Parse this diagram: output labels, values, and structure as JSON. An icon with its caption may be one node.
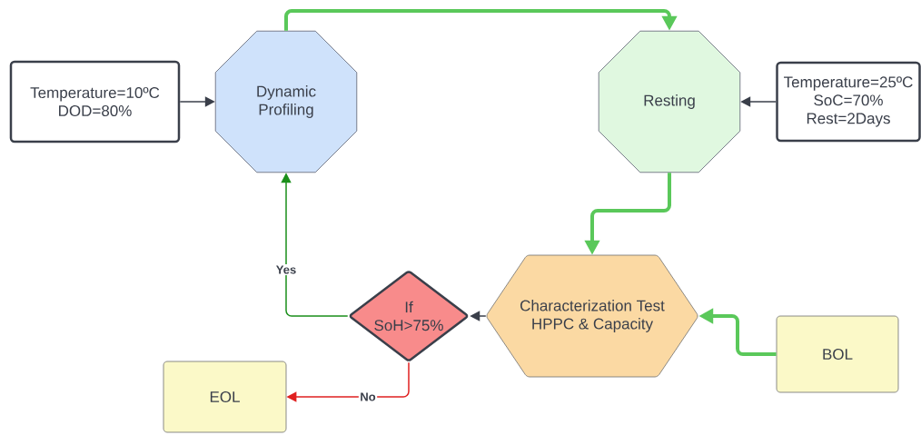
{
  "diagram": {
    "nodes": [
      {
        "text": [
          "Temperature=10ºC DOD=80%"
        ]
      },
      {
        "text": [
          "Dynamic Profiling"
        ]
      },
      {
        "text": [
          "Resting"
        ]
      },
      {
        "text": [
          "Temperature=25ºC SoC=70% Rest=2Days"
        ]
      },
      {
        "text": [
          "Characterization Test HPPC & Capacity"
        ]
      },
      {
        "text": [
          "If SoH>75%"
        ]
      },
      {
        "text": [
          "BOL"
        ]
      },
      {
        "text": [
          "EOL"
        ]
      }
    ],
    "edges": [
      {
        "from": 0,
        "to": 1,
        "arrow": "to"
      },
      {
        "from": 1,
        "to": 2,
        "arrow": "to",
        "style": "thick",
        "color": "#5ac85a"
      },
      {
        "from": 3,
        "to": 2,
        "arrow": "to"
      },
      {
        "from": 2,
        "to": 4,
        "arrow": "to",
        "style": "thick",
        "color": "#5ac85a"
      },
      {
        "from": 6,
        "to": 4,
        "arrow": "to",
        "style": "thick",
        "color": "#5ac85a"
      },
      {
        "from": 4,
        "to": 5,
        "arrow": "to"
      },
      {
        "from": 5,
        "to": 1,
        "arrow": "to",
        "label": "Yes",
        "color": "#1a8f1a"
      },
      {
        "from": 5,
        "to": 7,
        "arrow": "to",
        "label": "No",
        "color": "#e02020"
      }
    ]
  }
}
